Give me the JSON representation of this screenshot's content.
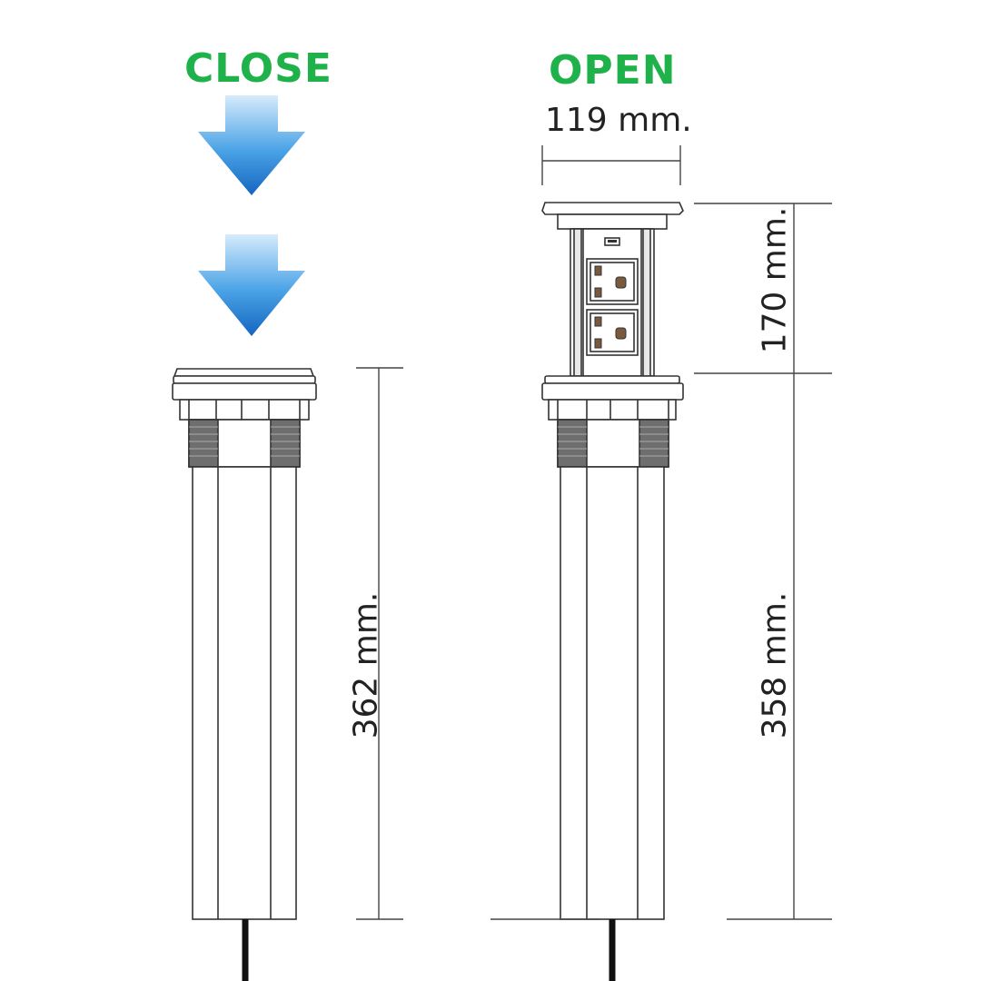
{
  "labels": {
    "close": "CLOSE",
    "open": "OPEN"
  },
  "dimensions": {
    "width": "119 mm.",
    "closed_height": "362 mm.",
    "open_top_height": "170 mm.",
    "open_body_height": "358 mm."
  },
  "colors": {
    "label_green": "#1fb24a",
    "arrow_light": "#cfe6fb",
    "arrow_dark": "#1a6fc6",
    "outline": "#333333",
    "socket_fill": "#7a5a3c"
  },
  "icons": {
    "close_arrows": "arrow-down-icon",
    "cable": "power-cable"
  }
}
